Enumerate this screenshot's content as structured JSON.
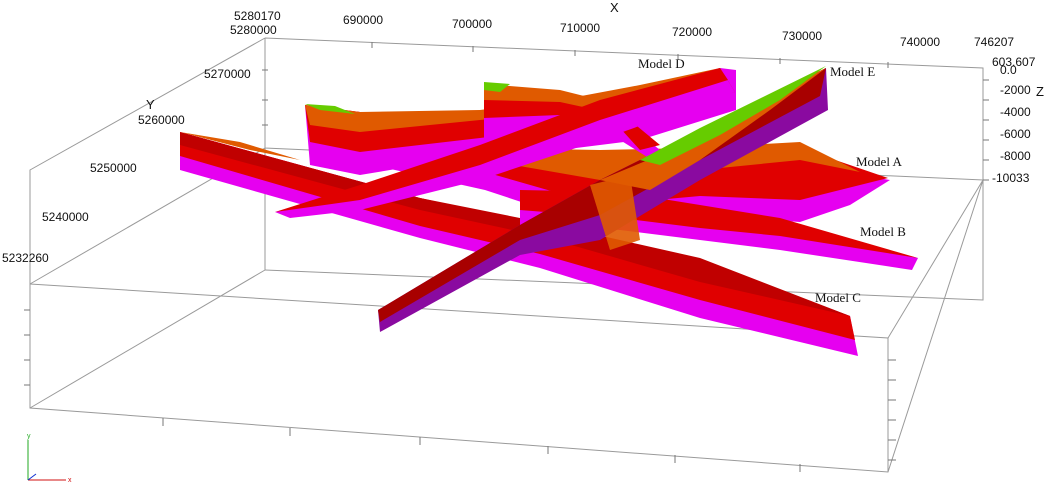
{
  "axes": {
    "x": {
      "title": "X",
      "ticks": [
        "690000",
        "700000",
        "710000",
        "720000",
        "730000",
        "740000",
        "746207"
      ]
    },
    "y": {
      "title": "Y",
      "ticks": [
        "5280000",
        "5270000",
        "5260000",
        "5250000",
        "5240000",
        "5232260"
      ],
      "overlap_label": "5280170"
    },
    "z": {
      "title": "Z",
      "ticks": [
        "603.607",
        "0.0",
        "-2000",
        "-4000",
        "-6000",
        "-8000",
        "-10033"
      ]
    }
  },
  "models": [
    {
      "id": "A",
      "label": "Model  A"
    },
    {
      "id": "B",
      "label": "Model  B"
    },
    {
      "id": "C",
      "label": "Model  C"
    },
    {
      "id": "D",
      "label": "Model  D"
    },
    {
      "id": "E",
      "label": "Model  E"
    }
  ],
  "colors": {
    "magenta": "#e600f0",
    "red": "#e00000",
    "darkred": "#a80000",
    "orange": "#e05a00",
    "green": "#66cc00",
    "purple": "#8a0aa0",
    "box": "#9a9a9a"
  },
  "orientation_gizmo": {
    "x_label": "x",
    "y_label": "y"
  }
}
